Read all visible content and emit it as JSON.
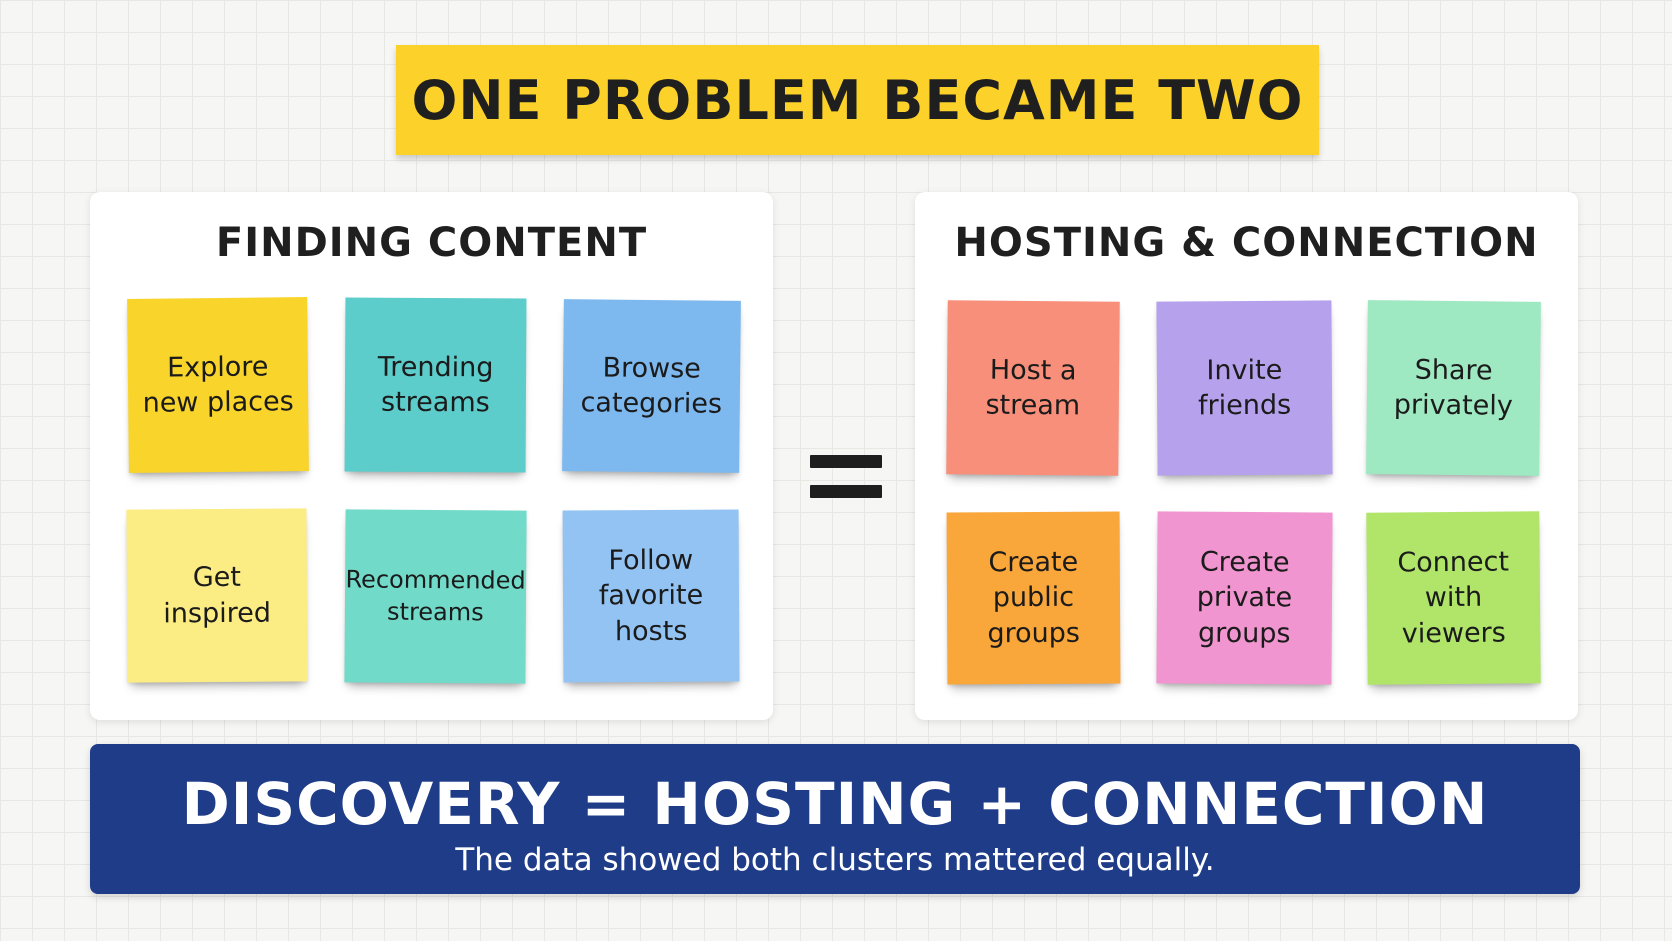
{
  "banner": {
    "title": "ONE  PROBLEM BECAME TWO",
    "color": "#fbd12a"
  },
  "left_panel": {
    "title": "FINDING CONTENT",
    "notes": [
      {
        "text": "Explore\nnew places",
        "color": "#f9d52b"
      },
      {
        "text": "Trending\nstreams",
        "color": "#5ccdcb"
      },
      {
        "text": "Browse\ncategories",
        "color": "#7db9ef"
      },
      {
        "text": "Get\ninspired",
        "color": "#fbed84"
      },
      {
        "text": "Recommended\nstreams",
        "color": "#71dac9"
      },
      {
        "text": "Follow\nfavorite\nhosts",
        "color": "#93c3f2"
      }
    ]
  },
  "operator": {
    "symbol": "equals-sign"
  },
  "right_panel": {
    "title": "HOSTING & CONNECTION",
    "notes": [
      {
        "text": "Host a\nstream",
        "color": "#f88f7a"
      },
      {
        "text": "Invite\nfriends",
        "color": "#b6a2ec"
      },
      {
        "text": "Share\nprivately",
        "color": "#9ee8c2"
      },
      {
        "text": "Create\npublic\ngroups",
        "color": "#f9a63a"
      },
      {
        "text": "Create\nprivate\ngroups",
        "color": "#f095cf"
      },
      {
        "text": "Connect\nwith\nviewers",
        "color": "#b0e56a"
      }
    ]
  },
  "footer": {
    "title": "DISCOVERY = HOSTING + CONNECTION",
    "subtitle": "The data showed both clusters mattered equally.",
    "color": "#1f3c88"
  }
}
